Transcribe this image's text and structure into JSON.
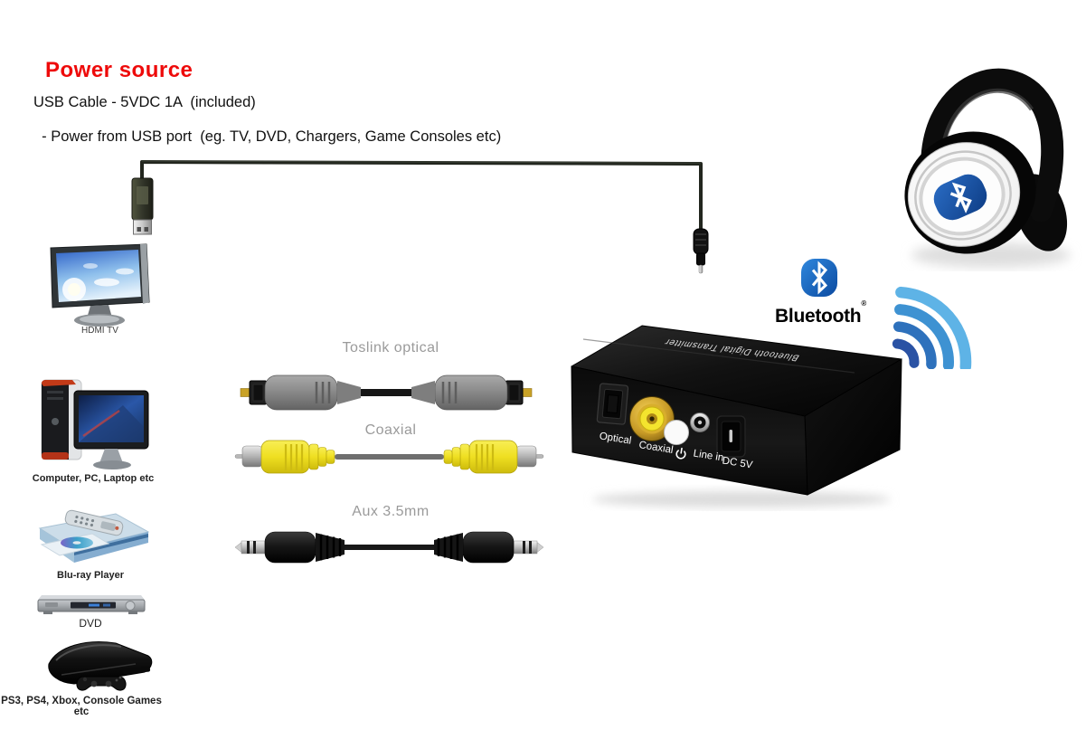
{
  "page": {
    "title": "Power source",
    "subtitle_line1": "USB Cable - 5VDC 1A  (included)",
    "subtitle_line2": "- Power from USB port  (eg. TV, DVD, Chargers, Game Consoles etc)"
  },
  "sources": {
    "tv_label": "HDMI TV",
    "computer_label": "Computer, PC, Laptop etc",
    "bluray_label": "Blu-ray Player",
    "dvd_label": "DVD",
    "console_label": "PS3, PS4, Xbox, Console Games etc"
  },
  "cables": {
    "toslink_label": "Toslink optical",
    "coaxial_label": "Coaxial",
    "aux_label": "Aux 3.5mm"
  },
  "transmitter": {
    "top_text": "Bluetooth Digital Transmitter",
    "port_optical": "Optical",
    "port_coaxial": "Coaxial",
    "port_linein": "Line in",
    "port_dc": "DC 5V"
  },
  "bluetooth": {
    "wordmark": "Bluetooth",
    "registered_mark": "®"
  },
  "colors": {
    "title_red": "#ee0a0a",
    "cable_label_gray": "#9a9a9a",
    "bluetooth_logo_blue": "#1565c0",
    "coaxial_yellow": "#f0e02a",
    "wifi_blues": [
      "#2a52a4",
      "#2e71bc",
      "#3e92d2",
      "#5eb3e6"
    ]
  }
}
